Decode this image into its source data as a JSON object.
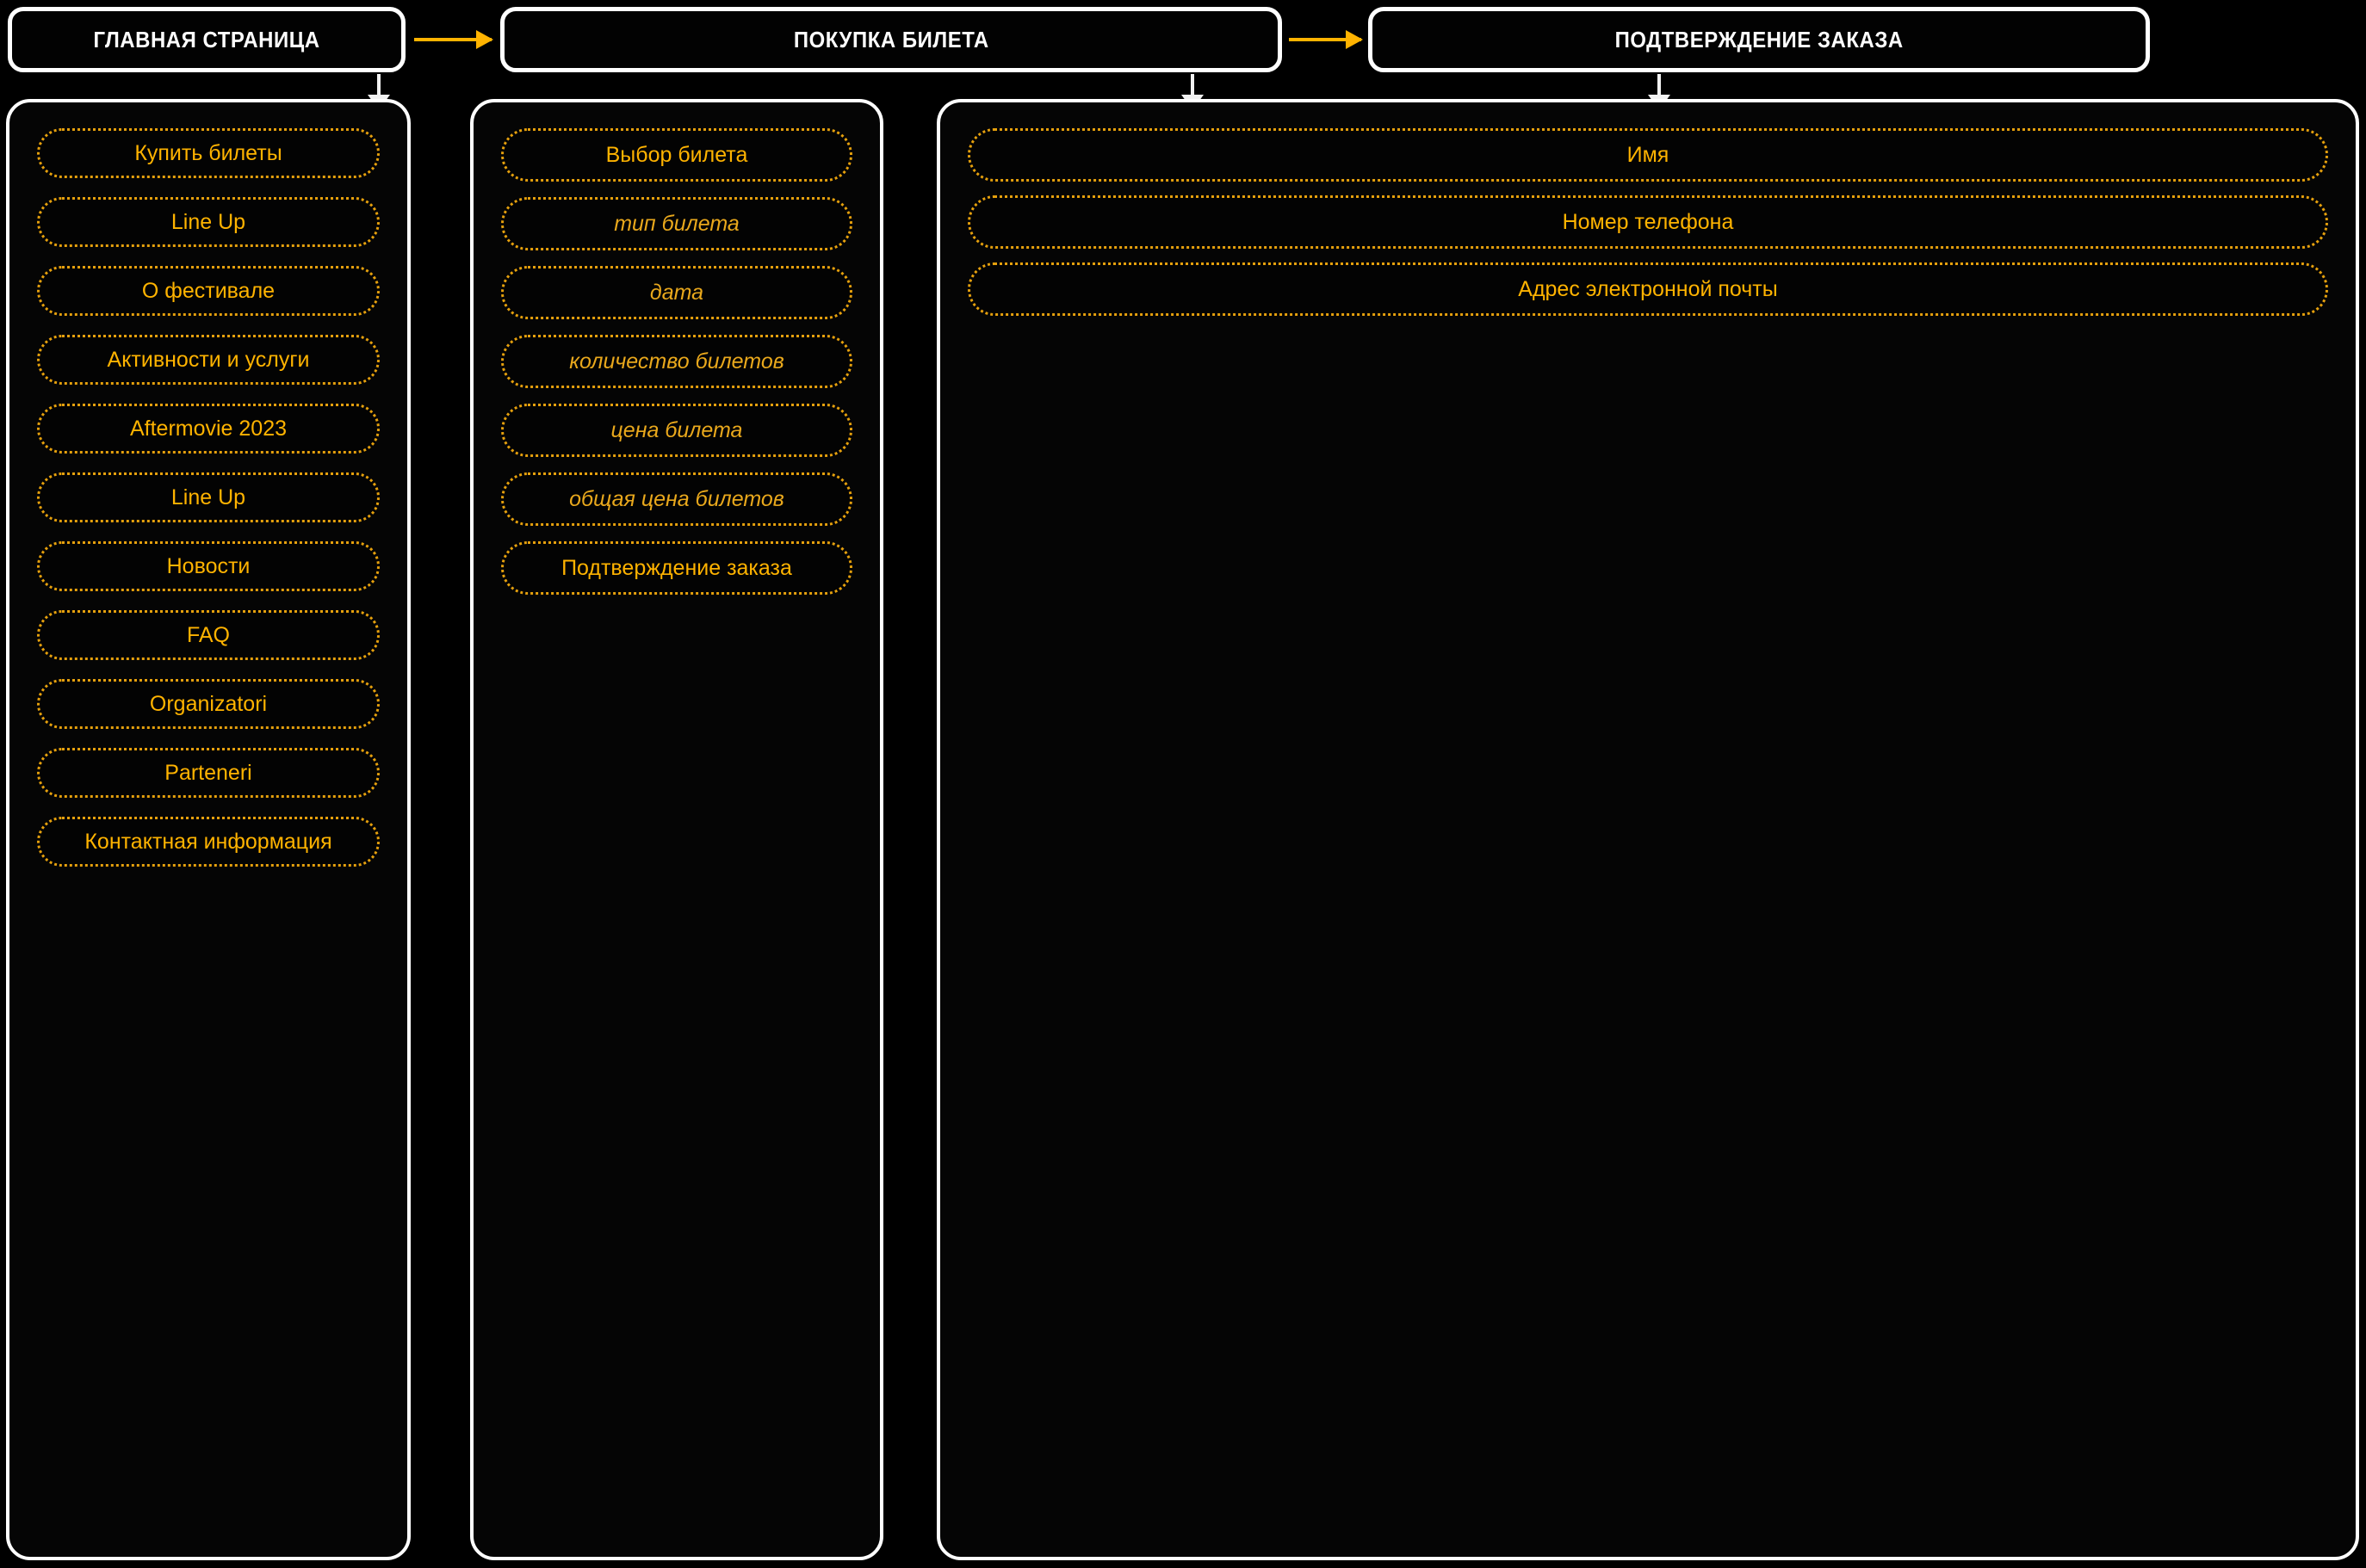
{
  "meta": {
    "diagram_type": "user-flow",
    "background_color": "#000000",
    "accent_color": "#FFB300",
    "border_color": "#FFFFFF",
    "dotted_border_color": "#E5A00D"
  },
  "headers": [
    {
      "label": "ГЛАВНАЯ СТРАНИЦА"
    },
    {
      "label": "ПОКУПКА БИЛЕТА"
    },
    {
      "label": "ПОДТВЕРЖДЕНИЕ ЗАКАЗА"
    }
  ],
  "connectors": {
    "horizontal_arrow_1": "arrow-right",
    "horizontal_arrow_2": "arrow-right",
    "vertical_arrow_1": "arrow-down",
    "vertical_arrow_2": "arrow-down",
    "vertical_arrow_3": "arrow-down"
  },
  "columns": [
    {
      "name": "main-page",
      "items": [
        {
          "label": "Купить билеты",
          "style": "normal"
        },
        {
          "label": "Line Up",
          "style": "normal"
        },
        {
          "label": "О фестивале",
          "style": "normal"
        },
        {
          "label": "Активности и услуги",
          "style": "normal"
        },
        {
          "label": "Aftermovie 2023",
          "style": "normal"
        },
        {
          "label": "Line Up",
          "style": "normal"
        },
        {
          "label": "Новости",
          "style": "normal"
        },
        {
          "label": "FAQ",
          "style": "normal"
        },
        {
          "label": "Organizatori",
          "style": "normal"
        },
        {
          "label": "Parteneri",
          "style": "normal"
        },
        {
          "label": "Контактная информация",
          "style": "normal"
        }
      ]
    },
    {
      "name": "ticket-purchase",
      "items": [
        {
          "label": "Выбор билета",
          "style": "normal"
        },
        {
          "label": "тип билета",
          "style": "italic"
        },
        {
          "label": "дата",
          "style": "italic"
        },
        {
          "label": "количество билетов",
          "style": "italic"
        },
        {
          "label": "цена билета",
          "style": "italic"
        },
        {
          "label": "общая цена билетов",
          "style": "italic"
        },
        {
          "label": "Подтверждение заказа",
          "style": "normal"
        }
      ]
    },
    {
      "name": "order-confirmation",
      "items": [
        {
          "label": "Имя",
          "style": "normal"
        },
        {
          "label": "Номер телефона",
          "style": "normal"
        },
        {
          "label": "Адрес электронной почты",
          "style": "normal"
        }
      ]
    }
  ]
}
